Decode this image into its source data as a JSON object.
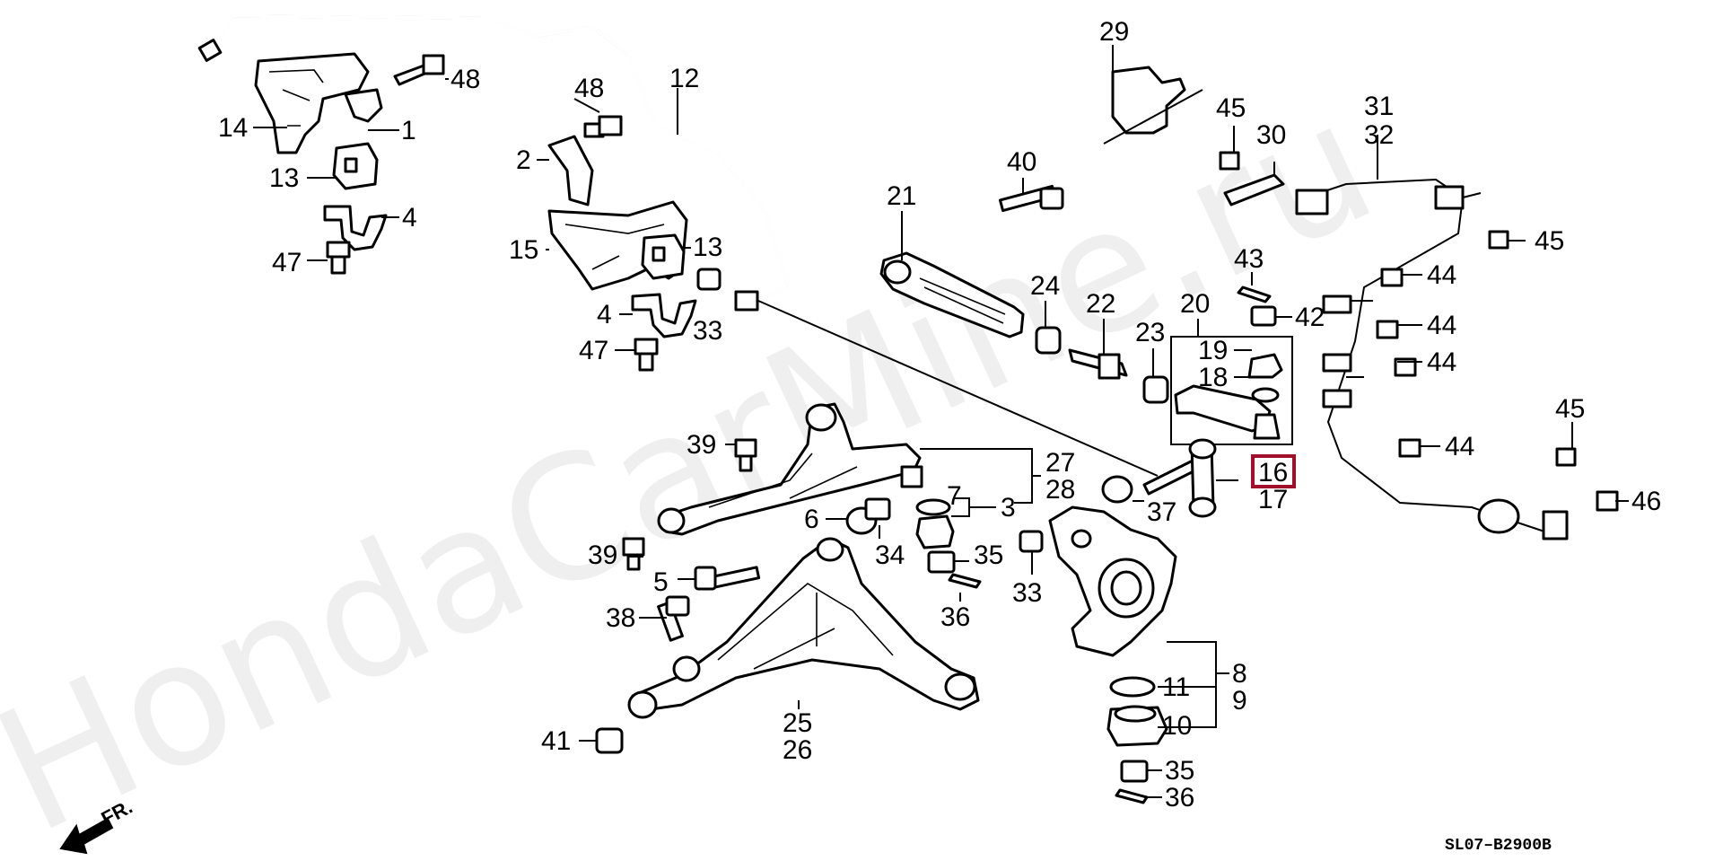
{
  "watermark": "HondaCarMine.ru",
  "diagram_code": "SL07–B2900B",
  "direction_label": "FR.",
  "highlight_part": "16",
  "labels": [
    {
      "id": "p48a",
      "text": "48"
    },
    {
      "id": "p14",
      "text": "14"
    },
    {
      "id": "p1",
      "text": "1"
    },
    {
      "id": "p13a",
      "text": "13"
    },
    {
      "id": "p4a",
      "text": "4"
    },
    {
      "id": "p47a",
      "text": "47"
    },
    {
      "id": "p48b",
      "text": "48"
    },
    {
      "id": "p12",
      "text": "12"
    },
    {
      "id": "p2",
      "text": "2"
    },
    {
      "id": "p15",
      "text": "15"
    },
    {
      "id": "p13b",
      "text": "13"
    },
    {
      "id": "p4b",
      "text": "4"
    },
    {
      "id": "p33a",
      "text": "33"
    },
    {
      "id": "p47b",
      "text": "47"
    },
    {
      "id": "p29",
      "text": "29"
    },
    {
      "id": "p45a",
      "text": "45"
    },
    {
      "id": "p30",
      "text": "30"
    },
    {
      "id": "p31",
      "text": "31"
    },
    {
      "id": "p32",
      "text": "32"
    },
    {
      "id": "p40",
      "text": "40"
    },
    {
      "id": "p21",
      "text": "21"
    },
    {
      "id": "p45b",
      "text": "45"
    },
    {
      "id": "p44a",
      "text": "44"
    },
    {
      "id": "p43",
      "text": "43"
    },
    {
      "id": "p24",
      "text": "24"
    },
    {
      "id": "p22",
      "text": "22"
    },
    {
      "id": "p20",
      "text": "20"
    },
    {
      "id": "p42",
      "text": "42"
    },
    {
      "id": "p44b",
      "text": "44"
    },
    {
      "id": "p23",
      "text": "23"
    },
    {
      "id": "p19",
      "text": "19"
    },
    {
      "id": "p44c",
      "text": "44"
    },
    {
      "id": "p18",
      "text": "18"
    },
    {
      "id": "p45c",
      "text": "45"
    },
    {
      "id": "p39a",
      "text": "39"
    },
    {
      "id": "p27",
      "text": "27"
    },
    {
      "id": "p28",
      "text": "28"
    },
    {
      "id": "p44d",
      "text": "44"
    },
    {
      "id": "p16",
      "text": "16"
    },
    {
      "id": "p17",
      "text": "17"
    },
    {
      "id": "p46",
      "text": "46"
    },
    {
      "id": "p7",
      "text": "7"
    },
    {
      "id": "p3",
      "text": "3"
    },
    {
      "id": "p37",
      "text": "37"
    },
    {
      "id": "p6",
      "text": "6"
    },
    {
      "id": "p34",
      "text": "34"
    },
    {
      "id": "p35a",
      "text": "35"
    },
    {
      "id": "p39b",
      "text": "39"
    },
    {
      "id": "p5",
      "text": "5"
    },
    {
      "id": "p33b",
      "text": "33"
    },
    {
      "id": "p36a",
      "text": "36"
    },
    {
      "id": "p38",
      "text": "38"
    },
    {
      "id": "p8",
      "text": "8"
    },
    {
      "id": "p9",
      "text": "9"
    },
    {
      "id": "p11",
      "text": "11"
    },
    {
      "id": "p25",
      "text": "25"
    },
    {
      "id": "p10",
      "text": "10"
    },
    {
      "id": "p26",
      "text": "26"
    },
    {
      "id": "p41",
      "text": "41"
    },
    {
      "id": "p35b",
      "text": "35"
    },
    {
      "id": "p36b",
      "text": "36"
    }
  ]
}
